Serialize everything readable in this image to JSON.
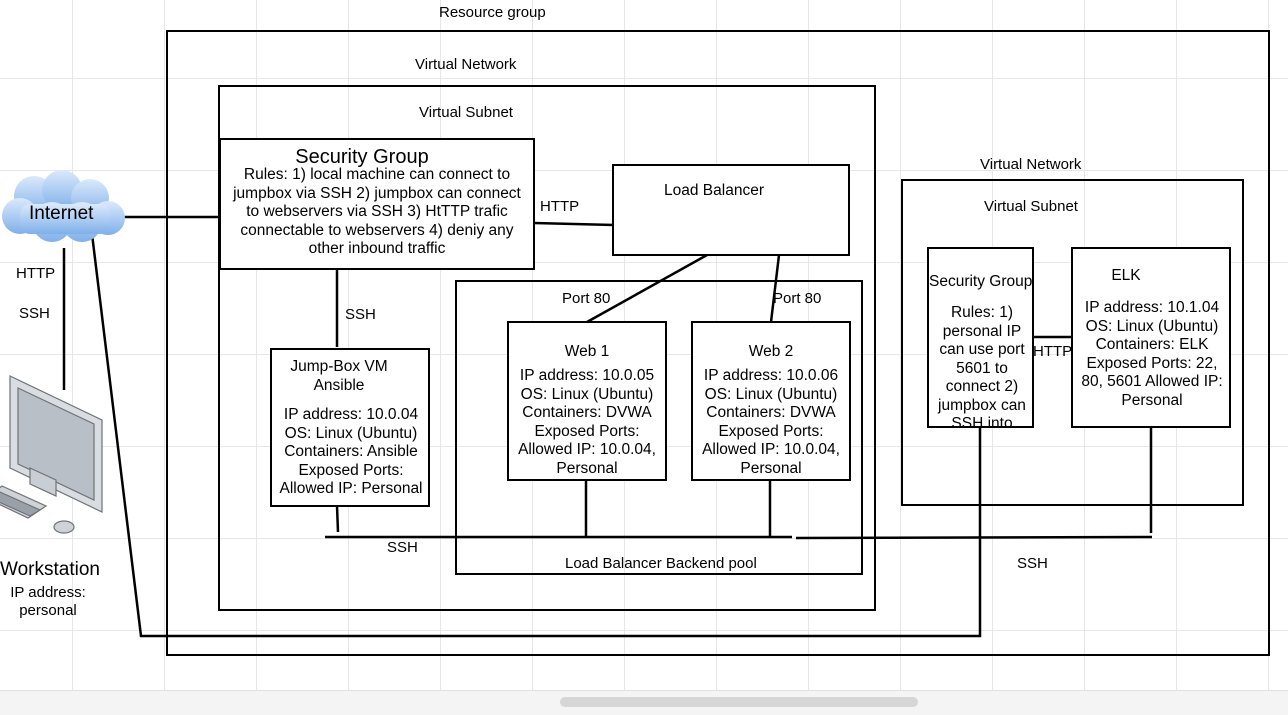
{
  "labels": {
    "resource_group": "Resource group",
    "vnet_main": "Virtual Network",
    "subnet_main": "Virtual Subnet",
    "vnet_elk": "Virtual Network",
    "subnet_elk": "Virtual Subnet",
    "internet": "Internet",
    "workstation": "Workstation",
    "workstation_ip": "IP address: personal",
    "http_vertical": "HTTP",
    "ssh_vertical": "SSH",
    "http_to_lb": "HTTP",
    "ssh_sg_jump": "SSH",
    "port80_left": "Port 80",
    "port80_right": "Port 80",
    "ssh_bottom_left": "SSH",
    "ssh_bottom_right": "SSH",
    "backend_pool": "Load Balancer Backend pool",
    "http_elk": "HTTP"
  },
  "security_group": {
    "title": "Security Group",
    "rules": "Rules: 1) local machine can connect to jumpbox via SSH 2) jumpbox can connect to webservers via SSH 3) HtTTP trafic connectable to webservers 4) deniy any other inbound traffic"
  },
  "load_balancer": {
    "title": "Load Balancer"
  },
  "jumpbox": {
    "title": "Jump-Box VM Ansible",
    "details": "IP address: 10.0.04 OS: Linux (Ubuntu) Containers: Ansible Exposed Ports: Allowed IP: Personal"
  },
  "web1": {
    "title": "Web 1",
    "details": "IP address: 10.0.05 OS: Linux (Ubuntu) Containers: DVWA Exposed Ports: Allowed IP: 10.0.04, Personal"
  },
  "web2": {
    "title": "Web 2",
    "details": "IP address: 10.0.06 OS: Linux (Ubuntu) Containers: DVWA Exposed Ports: Allowed IP: 10.0.04, Personal"
  },
  "elk_security_group": {
    "title": "Security Group",
    "rules": "Rules: 1) personal IP can use port 5601 to connect 2) jumpbox can SSH into"
  },
  "elk": {
    "title": "ELK",
    "details": "IP address: 10.1.04 OS: Linux (Ubuntu) Containers: ELK Exposed Ports: 22, 80, 5601 Allowed IP: Personal"
  },
  "colors": {
    "line": "#000000",
    "cloud_top": "#dbe9fb",
    "cloud_bottom": "#7fb0ea",
    "monitor": "#d9dde2"
  },
  "icons": {
    "internet": "cloud-icon",
    "workstation": "desktop-computer-icon"
  }
}
